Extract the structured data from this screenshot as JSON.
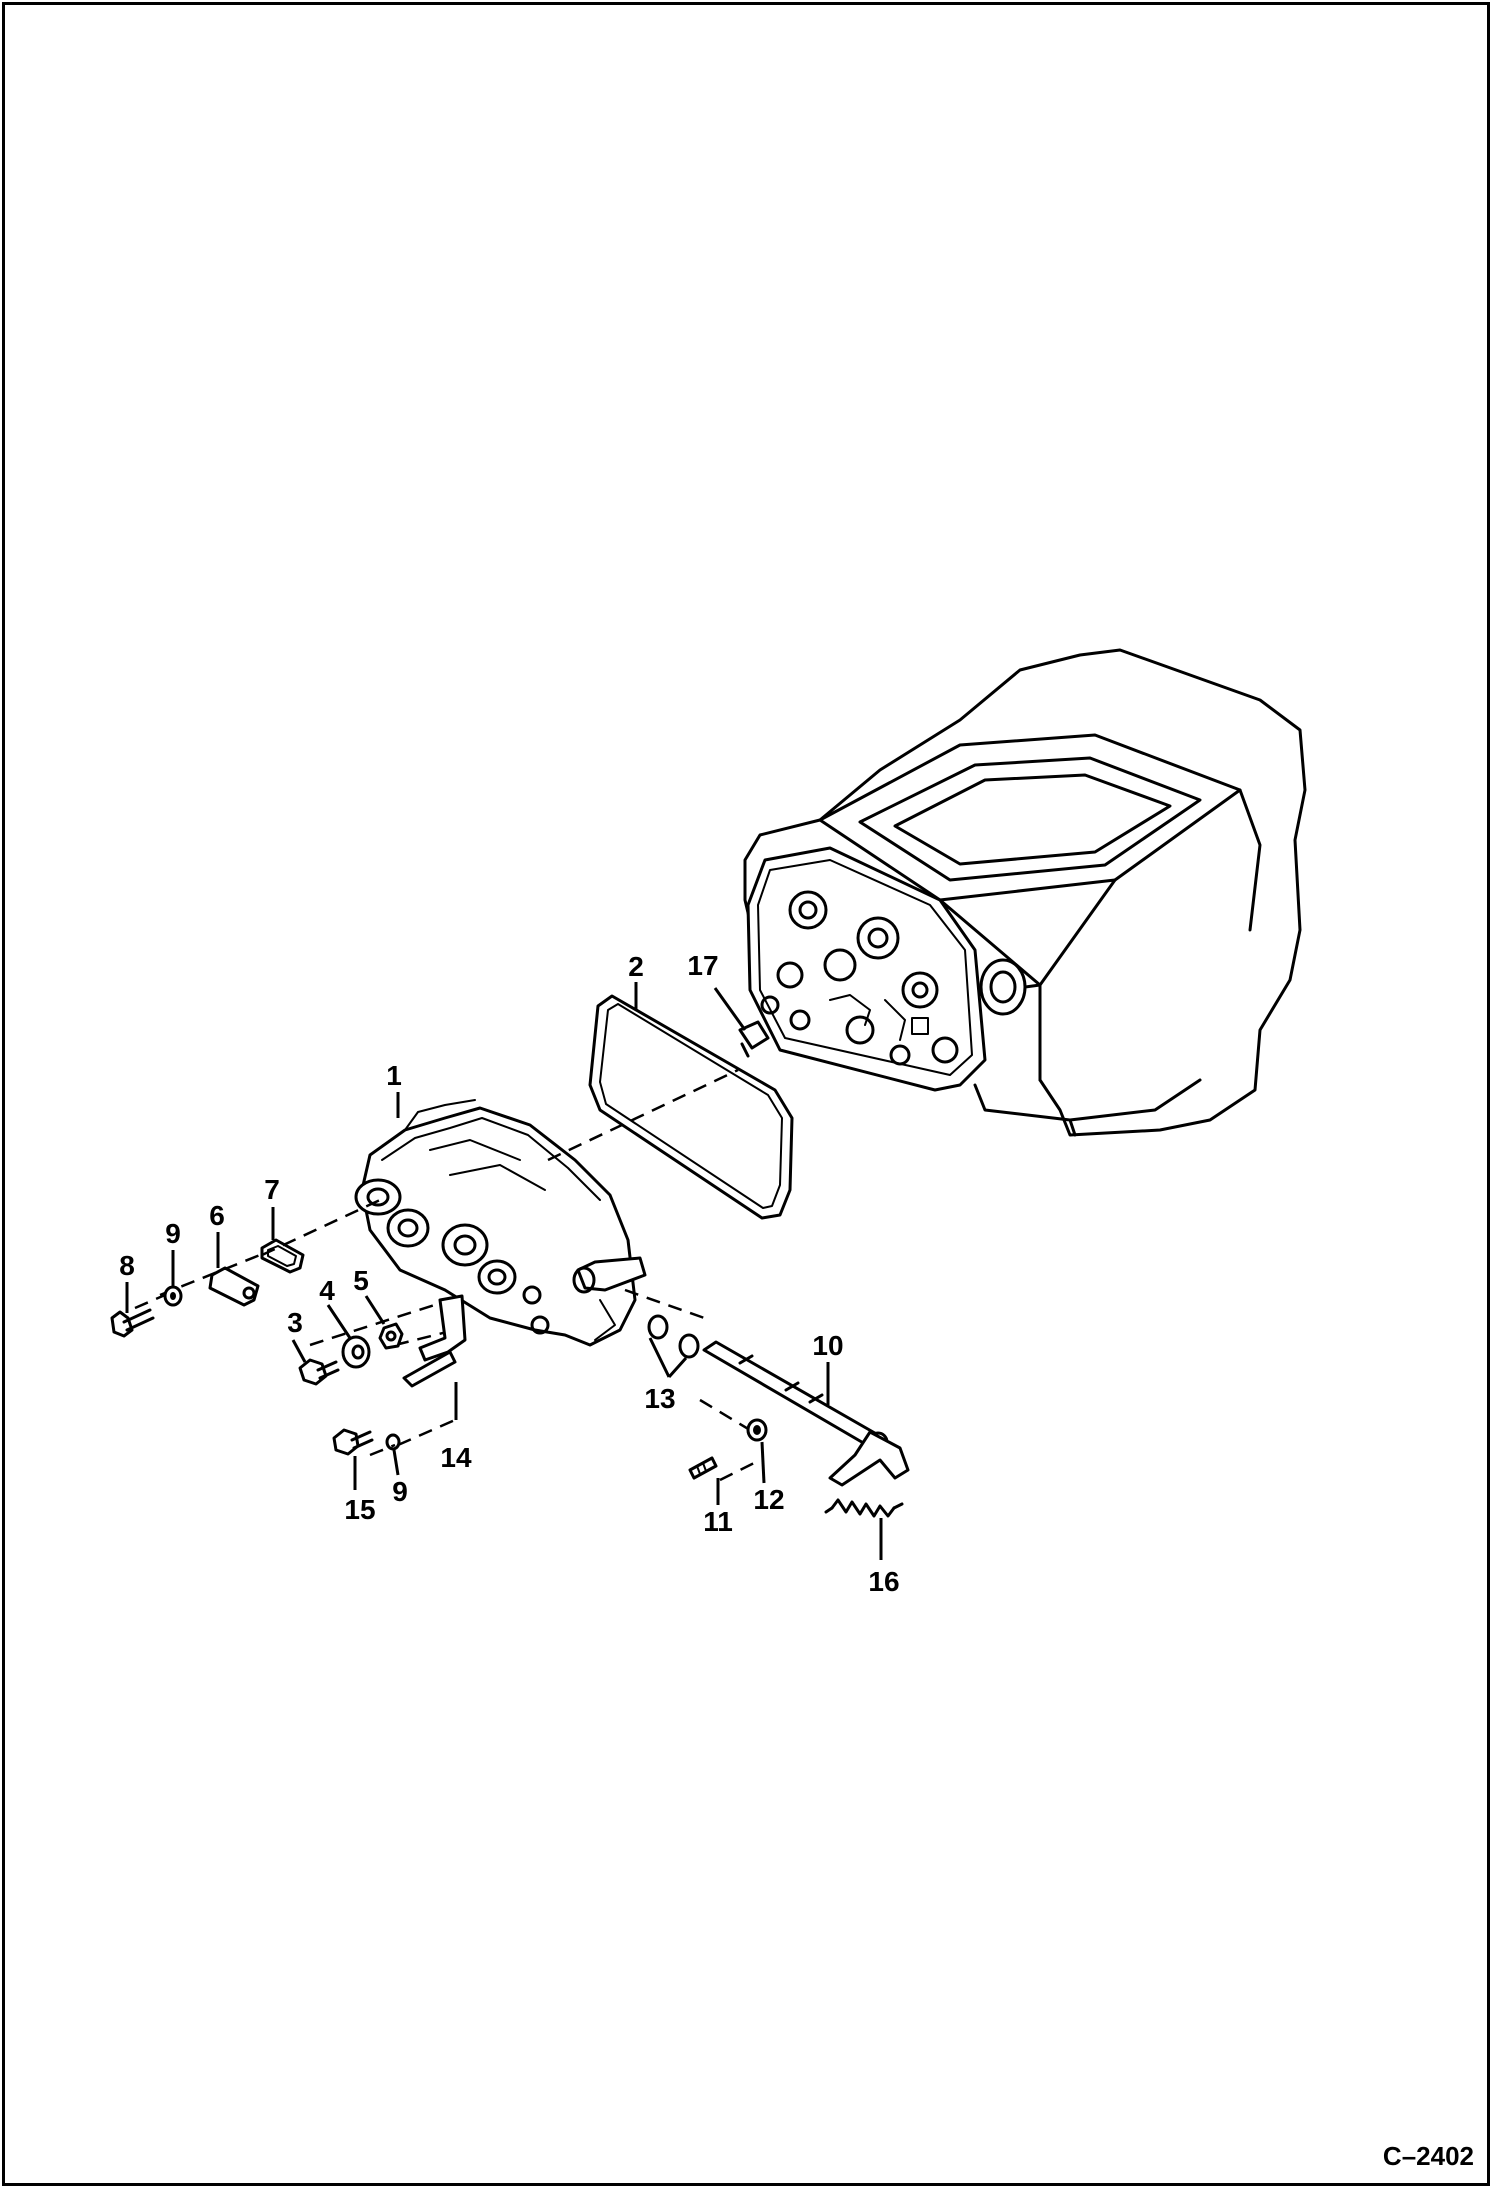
{
  "figure": {
    "id_label": "C–2402"
  },
  "callouts": [
    {
      "key": "c1",
      "text": "1"
    },
    {
      "key": "c2",
      "text": "2"
    },
    {
      "key": "c3",
      "text": "3"
    },
    {
      "key": "c4",
      "text": "4"
    },
    {
      "key": "c5",
      "text": "5"
    },
    {
      "key": "c6",
      "text": "6"
    },
    {
      "key": "c7",
      "text": "7"
    },
    {
      "key": "c8",
      "text": "8"
    },
    {
      "key": "c9a",
      "text": "9"
    },
    {
      "key": "c9b",
      "text": "9"
    },
    {
      "key": "c10",
      "text": "10"
    },
    {
      "key": "c11",
      "text": "11"
    },
    {
      "key": "c12",
      "text": "12"
    },
    {
      "key": "c13",
      "text": "13"
    },
    {
      "key": "c14",
      "text": "14"
    },
    {
      "key": "c15",
      "text": "15"
    },
    {
      "key": "c16",
      "text": "16"
    },
    {
      "key": "c17",
      "text": "17"
    }
  ]
}
